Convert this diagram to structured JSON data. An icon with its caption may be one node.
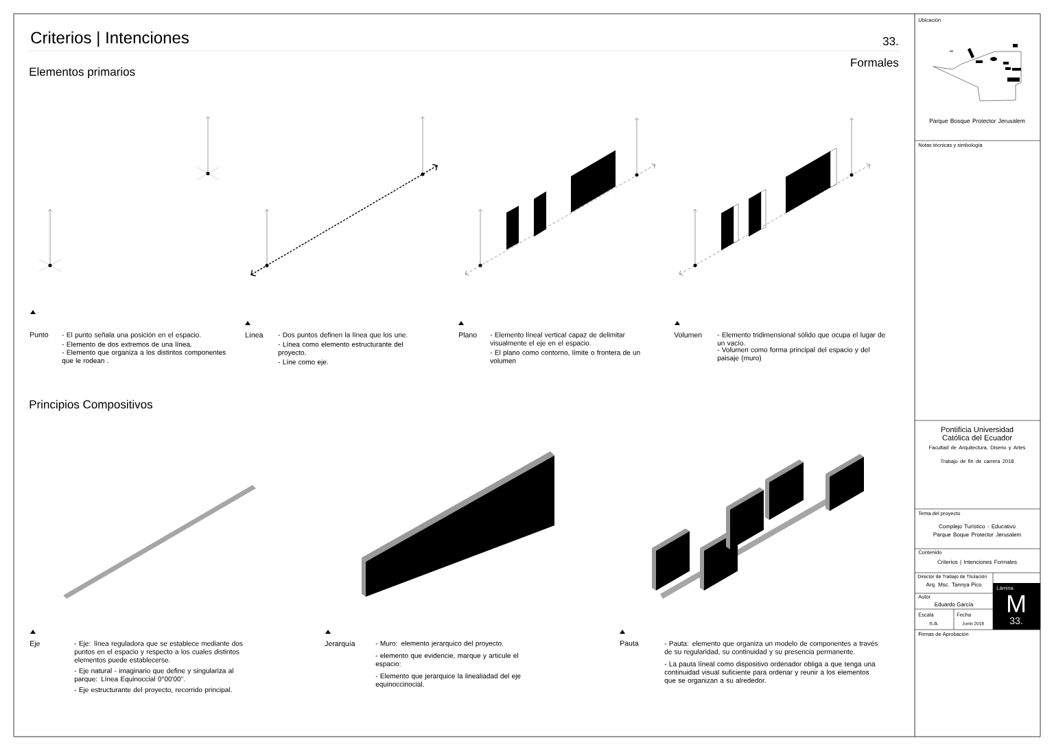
{
  "diagram": {
    "title": "Criterios | Intenciones",
    "labels": [
      "33.",
      "Elementos primarios",
      "Formales",
      "Punto",
      "- El punto señala una posición en el espacio.",
      "- Elemento de dos extremos de una línea.",
      "- Elemento que organiza a los distintos componentes que le rodean .",
      "Línea",
      "- Dos puntos definen la línea que los une.",
      "- Línea como elemento estructurante del proyecto.",
      "- Líne como eje.",
      "Plano",
      "- Elemento líneal vertical capaz de delimitar visualmente el eje en el espacio.",
      "- El plano como contorno, límite o frontera de un volumen",
      "Volumen",
      "- Elemento tridimensional sólido que ocupa el lugar de un vacío.",
      "- Volumen como forma principal del espacio y del paisaje (muro)",
      "Principios Compositivos",
      "Eje",
      "- Eje: línea reguladora que se establece mediante dos puntos en el espacio y respecto a los cuales distintos elementos puede establecerse.",
      "- Eje natural - imaginario que define y singulariza al parque: Línea Equinoccial 0°00'00''.",
      "- Eje estructurante del proyecto, recorrido principal.",
      "Jerarquía",
      "- Muro: elemento jerarquico del proyecto.",
      "- elemento que evidencie, marque y articule el espacio:",
      "- Elemento que jerarquice la linealiadad del eje equinoccinocial.",
      "Pauta",
      "- Pauta: elemento que organiza un modelo de componentes a través de su regularidad, su continuidad y su presencia permanente.",
      "- La pauta líneal como dispositivo ordenador obliga a que tenga una continuidad visual suficiente para ordenar y reunir a los elementos que se organizan a su alrededor.",
      "Ubicación",
      "Parque Bosque Protector Jerusalem",
      "Notas técnicas y simbología",
      "Pontificia Universidad Católica del Ecuador",
      "Facultad de Arquitectura, Diseno y Artes",
      "Trabajo de fin de carrera 2018",
      "Tema del proyecto",
      "Complejo Turístico - Educativo Parque Boque Protector Jerusalem",
      "Contenido",
      "Criterios | Intenciones Formales",
      "Director de Trabajo de Titulación",
      "Arq. Msc. Tannya Pico",
      "Lámina",
      "M",
      "33.",
      "Autor",
      "Eduardo García",
      "Escala",
      "n.a.",
      "Fecha",
      "Junio 2018",
      "Firmas de Aprobación"
    ]
  }
}
